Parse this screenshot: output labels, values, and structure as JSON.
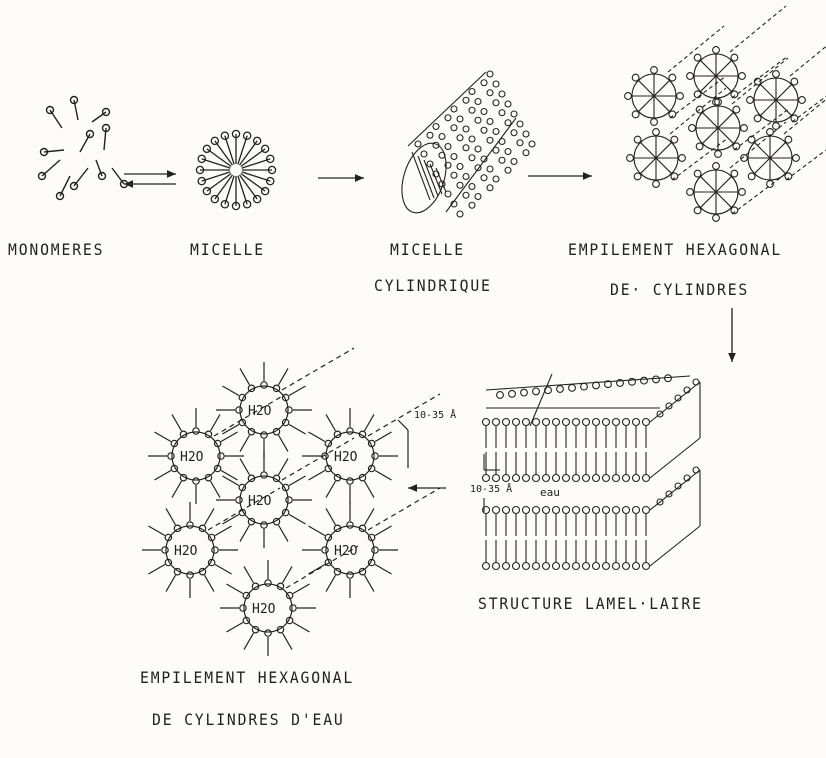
{
  "labels": {
    "monomeres": "MONOMERES",
    "micelle": "MICELLE",
    "micelle_cyl_1": "MICELLE",
    "micelle_cyl_2": "CYLINDRIQUE",
    "hex_1": "EMPILEMENT HEXAGONAL",
    "hex_2": "DE· CYLINDRES",
    "lamellaire": "STRUCTURE LAMEL·LAIRE",
    "hex_eau_1": "EMPILEMENT HEXAGONAL",
    "hex_eau_2": "DE CYLINDRES D'EAU"
  },
  "annotations": {
    "spacing_top": "10-35 Å",
    "spacing_mid": "10-35 Å",
    "eau": "eau"
  },
  "water_label": "H2O",
  "colors": {
    "ink": "#222222",
    "paper": "#fdfcf8"
  }
}
